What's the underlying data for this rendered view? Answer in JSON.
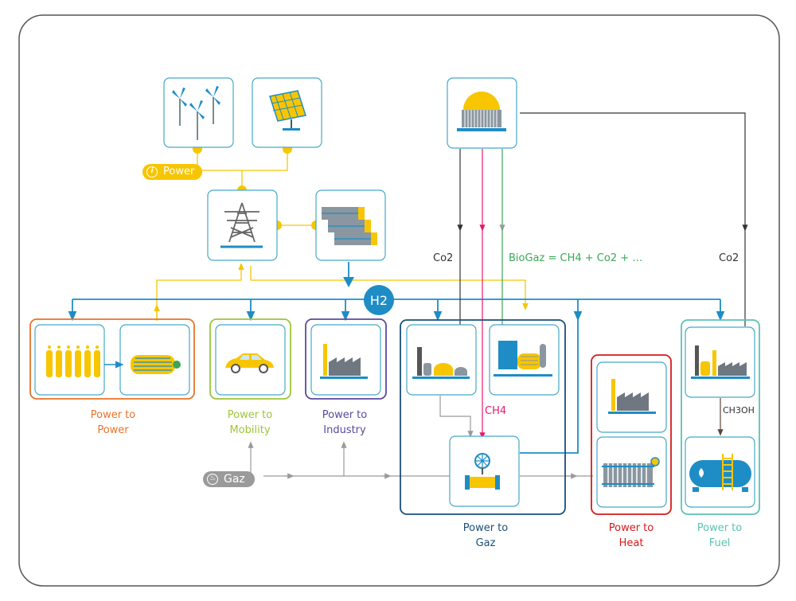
{
  "labels": {
    "power_pill": "Power",
    "gaz_pill": "Gaz",
    "h2": "H2",
    "co2_left": "Co2",
    "co2_right": "Co2",
    "biogaz": "BioGaz = CH4 + Co2 + …",
    "ch4": "CH4",
    "ch3oh": "CH3OH"
  },
  "groups": {
    "power_to_power": [
      "Power to",
      "Power"
    ],
    "power_to_mobility": [
      "Power to",
      "Mobility"
    ],
    "power_to_industry": [
      "Power to",
      "Industry"
    ],
    "power_to_gaz": [
      "Power to",
      "Gaz"
    ],
    "power_to_heat": [
      "Power to",
      "Heat"
    ],
    "power_to_fuel": [
      "Power to",
      "Fuel"
    ]
  },
  "colors": {
    "blue": "#1e8dc6",
    "yellow": "#f7c600",
    "grey": "#9a9a9a",
    "orange": "#e8732a",
    "green": "#9dc43a",
    "purple": "#5a4a9e",
    "navy": "#1a4f78",
    "red": "#d7191c",
    "teal": "#5bc3b2",
    "pink": "#e6186e",
    "bio_green": "#3aa757",
    "box_border": "#45a9c9"
  }
}
